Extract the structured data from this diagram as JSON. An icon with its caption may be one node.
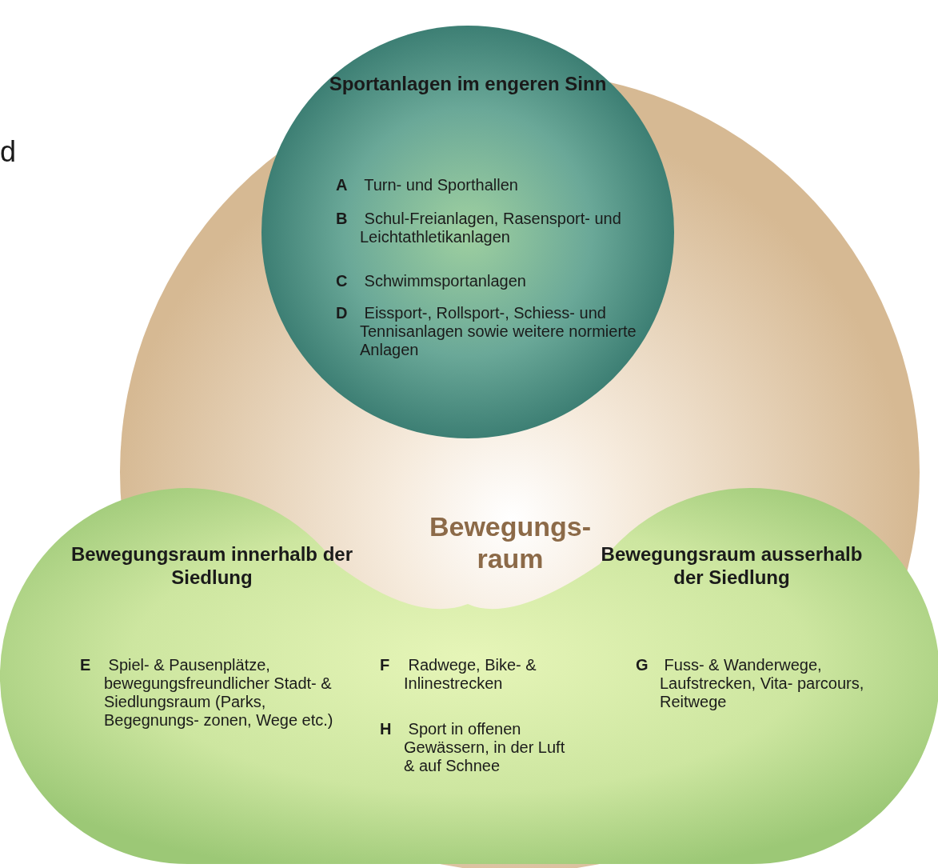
{
  "diagram": {
    "nodes": [
      {
        "text": [
          "Bewegungs- raum"
        ]
      },
      {
        "text": [
          "Sportanlagen im engeren Sinn",
          "**A** Turn- und Sporthallen",
          "**B** Schul-Freianlagen, Rasensport- und Leichtathletikanlagen",
          "**C** Schwimmsportanlagen",
          "**D** Eissport-, Rollsport-, Schiess- und Tennisanlagen sowie weitere normierte Anlagen"
        ]
      },
      {
        "text": [
          "Bewegungsraum innerhalb der Siedlung",
          "**E** Spiel- & Pausenplätze, bewegungsfreundlicher Stadt- & Siedlungsraum (Parks, Begegnungs- zonen, Wege etc.)",
          "**F** Radwege, Bike- & Inlinestrecken",
          "**H** Sport in offenen Gewässern, in der Luft & auf Schnee",
          "Bewegungsraum ausserhalb der Siedlung",
          "**G** Fuss- & Wanderwege, Laufstrecken, Vita- parcours, Reitwege"
        ]
      }
    ],
    "edges": [],
    "labels": [
      "d"
    ]
  }
}
